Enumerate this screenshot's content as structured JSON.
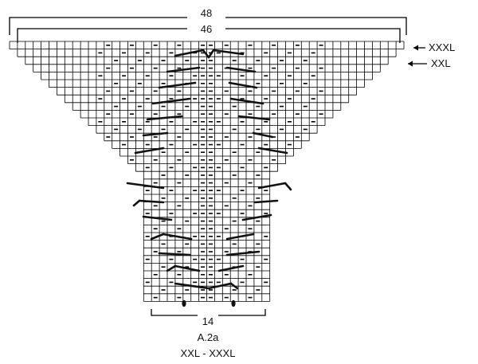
{
  "labels": {
    "width_top": "48",
    "width_second": "46",
    "width_bottom": "14",
    "chart_name": "A.2a",
    "sizes": "XXL - XXXL",
    "size_marker_top": "XXXL",
    "size_marker_second": "XXL"
  },
  "colors": {
    "grid": "#000000",
    "background": "#ffffff",
    "stitch_line": "#111111"
  },
  "icons": {
    "size_marker": "left-arrow-icon",
    "cable_marker": "bobble-icon"
  }
}
